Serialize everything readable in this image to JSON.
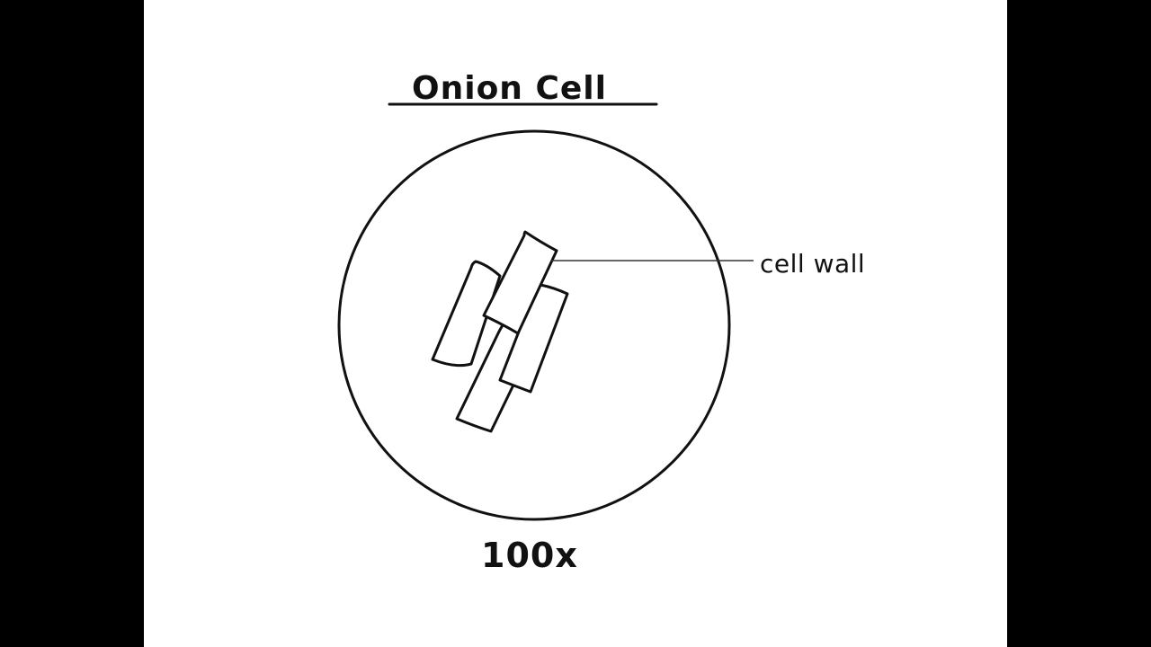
{
  "diagram": {
    "title": "Onion Cell",
    "callout_label": "cell wall",
    "magnification": "100x"
  },
  "colors": {
    "background_bars": "#000000",
    "paper": "#ffffff",
    "ink": "#111111"
  }
}
